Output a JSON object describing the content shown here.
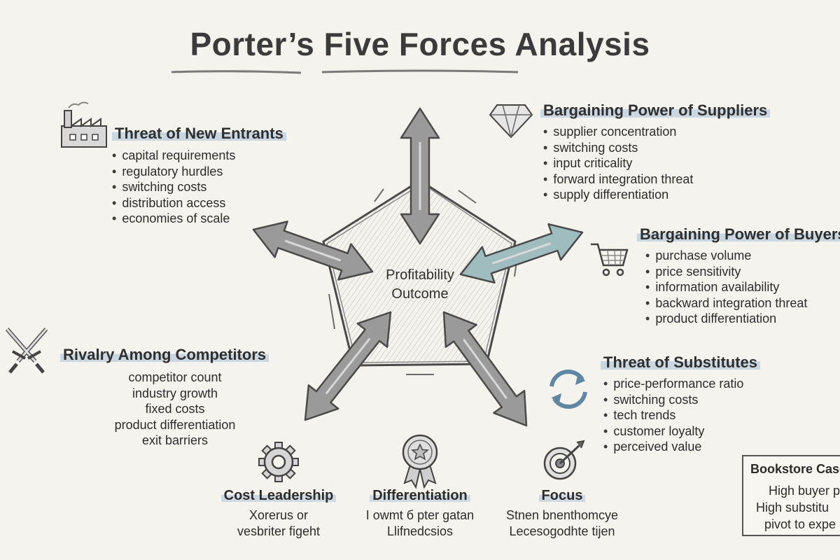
{
  "title": "Porter’s Five Forces Analysis",
  "center": {
    "line1": "Profitability",
    "line2": "Outcome"
  },
  "forces": {
    "new_entrants": {
      "heading": "Threat of New Entrants",
      "icon": "factory-icon",
      "items": [
        "capital requirements",
        "regulatory hurdles",
        "switching costs",
        "distribution access",
        "economies of scale"
      ]
    },
    "suppliers": {
      "heading": "Bargaining Power of Suppliers",
      "icon": "diamond-icon",
      "items": [
        "supplier concentration",
        "switching costs",
        "input criticality",
        "forward integration threat",
        "supply differentiation"
      ]
    },
    "buyers": {
      "heading": "Bargaining Power of Buyers",
      "icon": "shopping-cart-icon",
      "items": [
        "purchase volume",
        "price sensitivity",
        "information availability",
        "backward integration threat",
        "product differentiation"
      ]
    },
    "rivalry": {
      "heading": "Rivalry Among Competitors",
      "icon": "crossed-swords-icon",
      "items": [
        "competitor count",
        "industry growth",
        "fixed costs",
        "product differentiation",
        "exit barriers"
      ]
    },
    "substitutes": {
      "heading": "Threat of Substitutes",
      "icon": "refresh-cycle-icon",
      "items": [
        "price-performance ratio",
        "switching costs",
        "tech trends",
        "customer loyalty",
        "perceived value"
      ]
    }
  },
  "strategies": {
    "cost": {
      "label": "Cost Leadership",
      "icon": "gear-icon",
      "desc": [
        "Xorerus or",
        "vesbriter figeht"
      ]
    },
    "diff": {
      "label": "Differentiation",
      "icon": "award-ribbon-icon",
      "desc": [
        "I owmt б pter gatan",
        "Llifnedcsios"
      ]
    },
    "focus": {
      "label": "Focus",
      "icon": "target-icon",
      "desc": [
        "Stnen bnenthomcye",
        "Lecesogodhte tijen"
      ]
    }
  },
  "case": {
    "title": "Bookstore Case",
    "lines": [
      "High buyer p",
      "High substitu",
      "pivot to expe"
    ]
  },
  "colors": {
    "background": "#f4f3ee",
    "arrow_gray": "#9a9a9a",
    "arrow_teal": "#9fbcbe",
    "highlight": "#a8c0d4"
  }
}
